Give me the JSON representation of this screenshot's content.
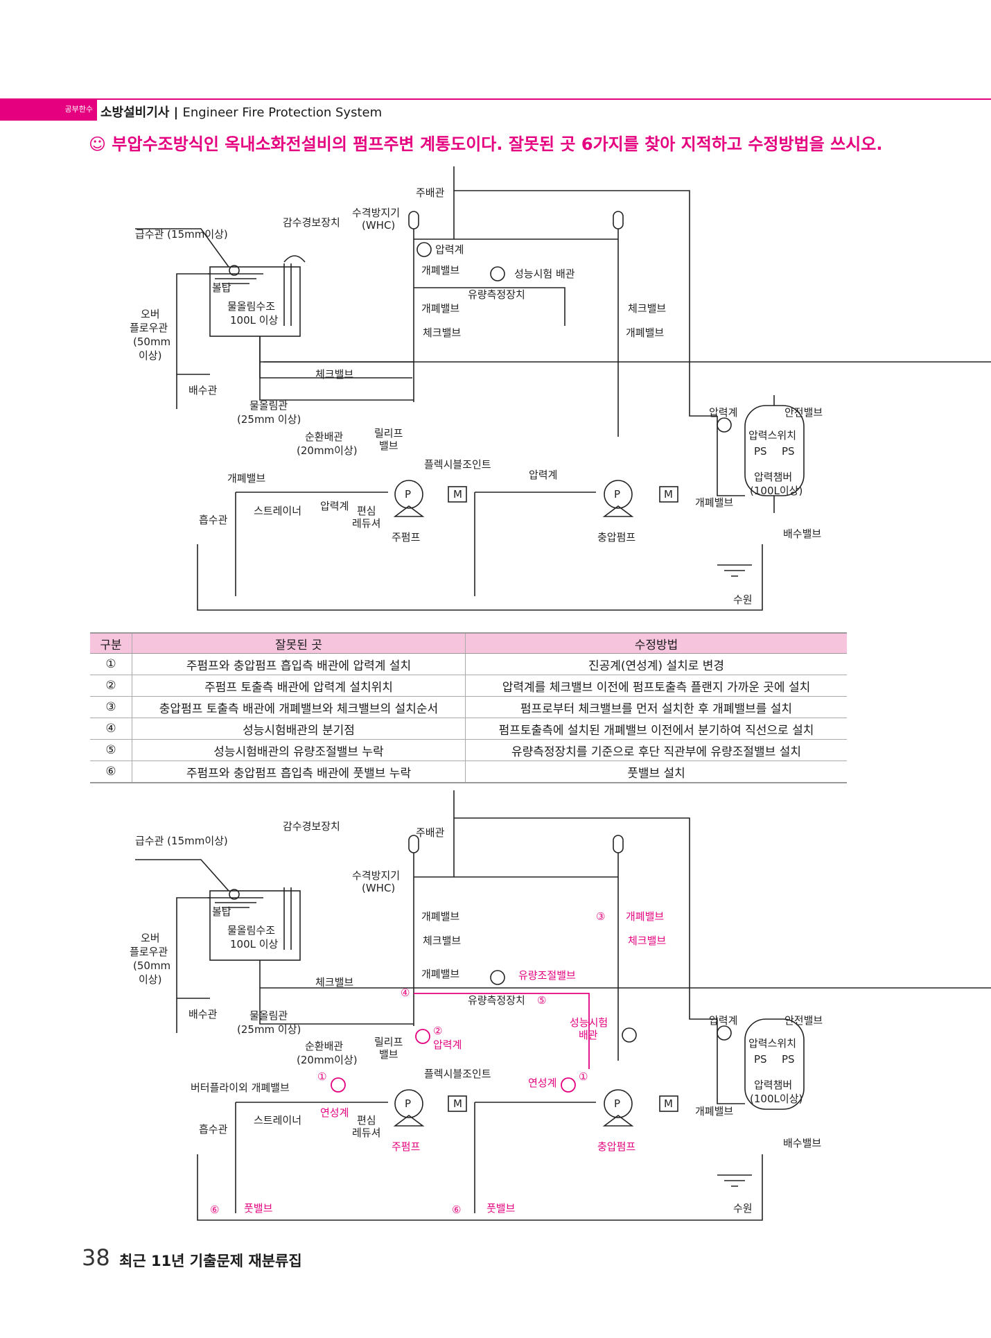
{
  "header": {
    "tag": "공부한수",
    "title": "소방설비기사 | ",
    "title_en": "Engineer Fire Protection System"
  },
  "question": "☺ 부압수조방식인 옥내소화전설비의 펌프주변 계통도이다. 잘못된 곳 6가지를 찾아 지적하고 수정방법을 쓰시오.",
  "diagram1": {
    "main_pipe": "주배관",
    "water_hammer": "수격방지기",
    "whc": "(WHC)",
    "low_water_alarm": "감수경보장치",
    "supply_pipe": "급수관 (15mm이상)",
    "ball_tap": "볼탑",
    "priming_tank": "물올림수조",
    "tank_cap": "100L 이상",
    "overflow_1": "오버",
    "overflow_2": "플로우관",
    "overflow_3": "(50mm",
    "overflow_4": "이상)",
    "drain_pipe": "배수관",
    "pressure_gauge": "압력계",
    "gate_valve": "개폐밸브",
    "perf_test_pipe": "성능시험 배관",
    "flow_meter": "유량측정장치",
    "check_valve": "체크밸브",
    "priming_pipe": "물올림관",
    "priming_size": "(25mm 이상)",
    "circ_pipe": "순환배관",
    "circ_size": "(20mm이상)",
    "relief_1": "릴리프",
    "relief_2": "밸브",
    "flex_joint": "플렉시블조인트",
    "strainer": "스트레이너",
    "eccentric_1": "편심",
    "eccentric_2": "레듀셔",
    "suction_pipe": "흡수관",
    "main_pump": "주펌프",
    "jockey_pump": "충압펌프",
    "water_source": "수원",
    "safety_valve": "안전밸브",
    "pressure_switch": "압력스위치",
    "ps": "PS",
    "chamber": "압력챔버",
    "chamber_cap": "(100L이상)",
    "drain_valve": "배수밸브",
    "motor": "M",
    "pump_p": "P"
  },
  "table": {
    "headers": [
      "구분",
      "잘못된 곳",
      "수정방법"
    ],
    "rows": [
      [
        "①",
        "주펌프와 충압펌프 흡입측 배관에 압력계 설치",
        "진공계(연성계) 설치로 변경"
      ],
      [
        "②",
        "주펌프 토출측 배관에 압력계 설치위치",
        "압력계를 체크밸브 이전에 펌프토출측 플랜지 가까운 곳에 설치"
      ],
      [
        "③",
        "충압펌프 토출측 배관에 개폐밸브와 체크밸브의 설치순서",
        "펌프로부터 체크밸브를 먼저 설치한 후 개폐밸브를 설치"
      ],
      [
        "④",
        "성능시험배관의 분기점",
        "펌프토출측에 설치된 개폐밸브 이전에서 분기하여 직선으로 설치"
      ],
      [
        "⑤",
        "성능시험배관의 유량조절밸브 누락",
        "유량측정장치를 기준으로 후단 직관부에 유량조절밸브 설치"
      ],
      [
        "⑥",
        "주펌프와 충압펌프 흡입측 배관에 풋밸브 누락",
        "풋밸브 설치"
      ]
    ]
  },
  "diagram2": {
    "butterfly": "버터플라이외 개폐밸브",
    "compound_gauge": "연성계",
    "flow_control_valve": "유량조절밸브",
    "perf_test_1": "성능시험",
    "perf_test_2": "배관",
    "foot_valve": "풋밸브",
    "n1": "①",
    "n2": "②",
    "n3": "③",
    "n4": "④",
    "n5": "⑤",
    "n6": "⑥"
  },
  "footer": {
    "page": "38",
    "book": "최근 11년 기출문제 재분류집"
  },
  "colors": {
    "accent": "#e4007f",
    "table_header": "#f6c4dd"
  }
}
